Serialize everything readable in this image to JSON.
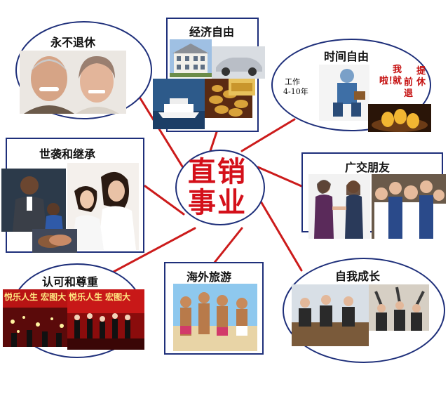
{
  "center": {
    "line1": "直销",
    "line2": "事业"
  },
  "nodes": {
    "retire": "永不退休",
    "economy": "经济自由",
    "time": "时间自由",
    "inherit": "世袭和继承",
    "friends": "广交朋友",
    "respect": "认可和尊重",
    "travel": "海外旅游",
    "growth": "自我成长"
  },
  "time_note": {
    "line1": "工作",
    "line2": "4-10年"
  },
  "red_note": {
    "col1": "我就",
    "col2": "前退",
    "col3": "提休",
    "col4": "啦！"
  },
  "banner": {
    "line1": "悦乐人生 宏图大",
    "line2": "悦乐人生 宏图大"
  },
  "colors": {
    "line": "#cc1b1b",
    "border": "#1e2f7a",
    "center_text": "#d4101a"
  }
}
